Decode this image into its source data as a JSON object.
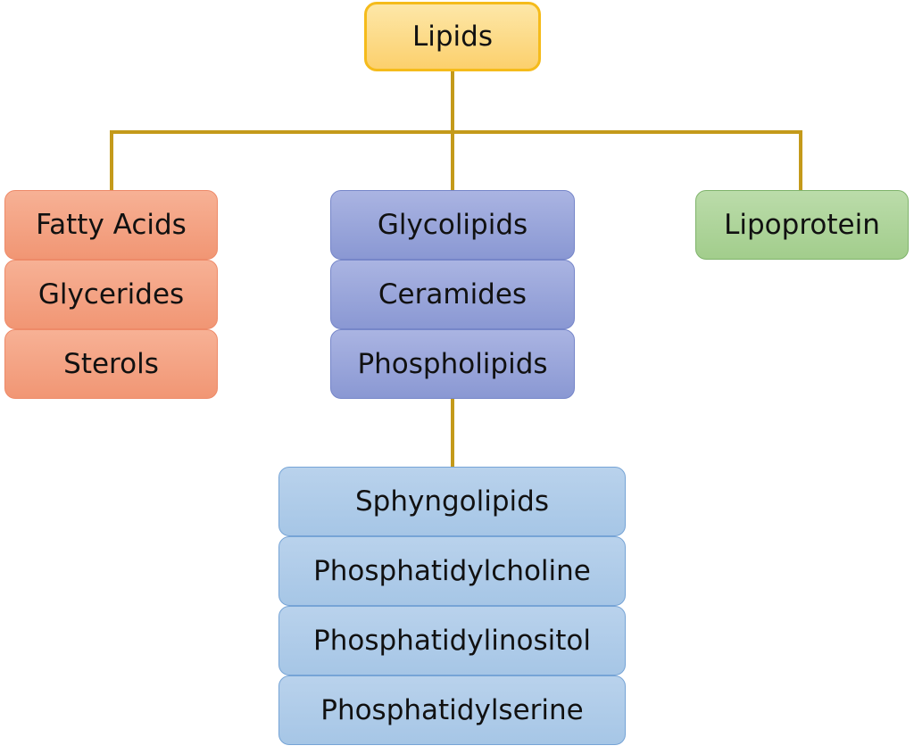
{
  "diagram": {
    "root": {
      "label": "Lipids"
    },
    "groups": [
      {
        "color": "#f5a386",
        "items": [
          "Fatty Acids",
          "Glycerides",
          "Sterols"
        ]
      },
      {
        "color": "#97a3d9",
        "items": [
          "Glycolipids",
          "Ceramides",
          "Phospholipids"
        ]
      },
      {
        "color": "#b0d59b",
        "items": [
          "Lipoprotein"
        ]
      }
    ],
    "phospholipid_children": {
      "color": "#aecbea",
      "items": [
        "Sphyngolipids",
        "Phosphatidylcholine",
        "Phosphatidylinositol",
        "Phosphatidylserine"
      ]
    },
    "connector_color": "#c49a1a"
  }
}
